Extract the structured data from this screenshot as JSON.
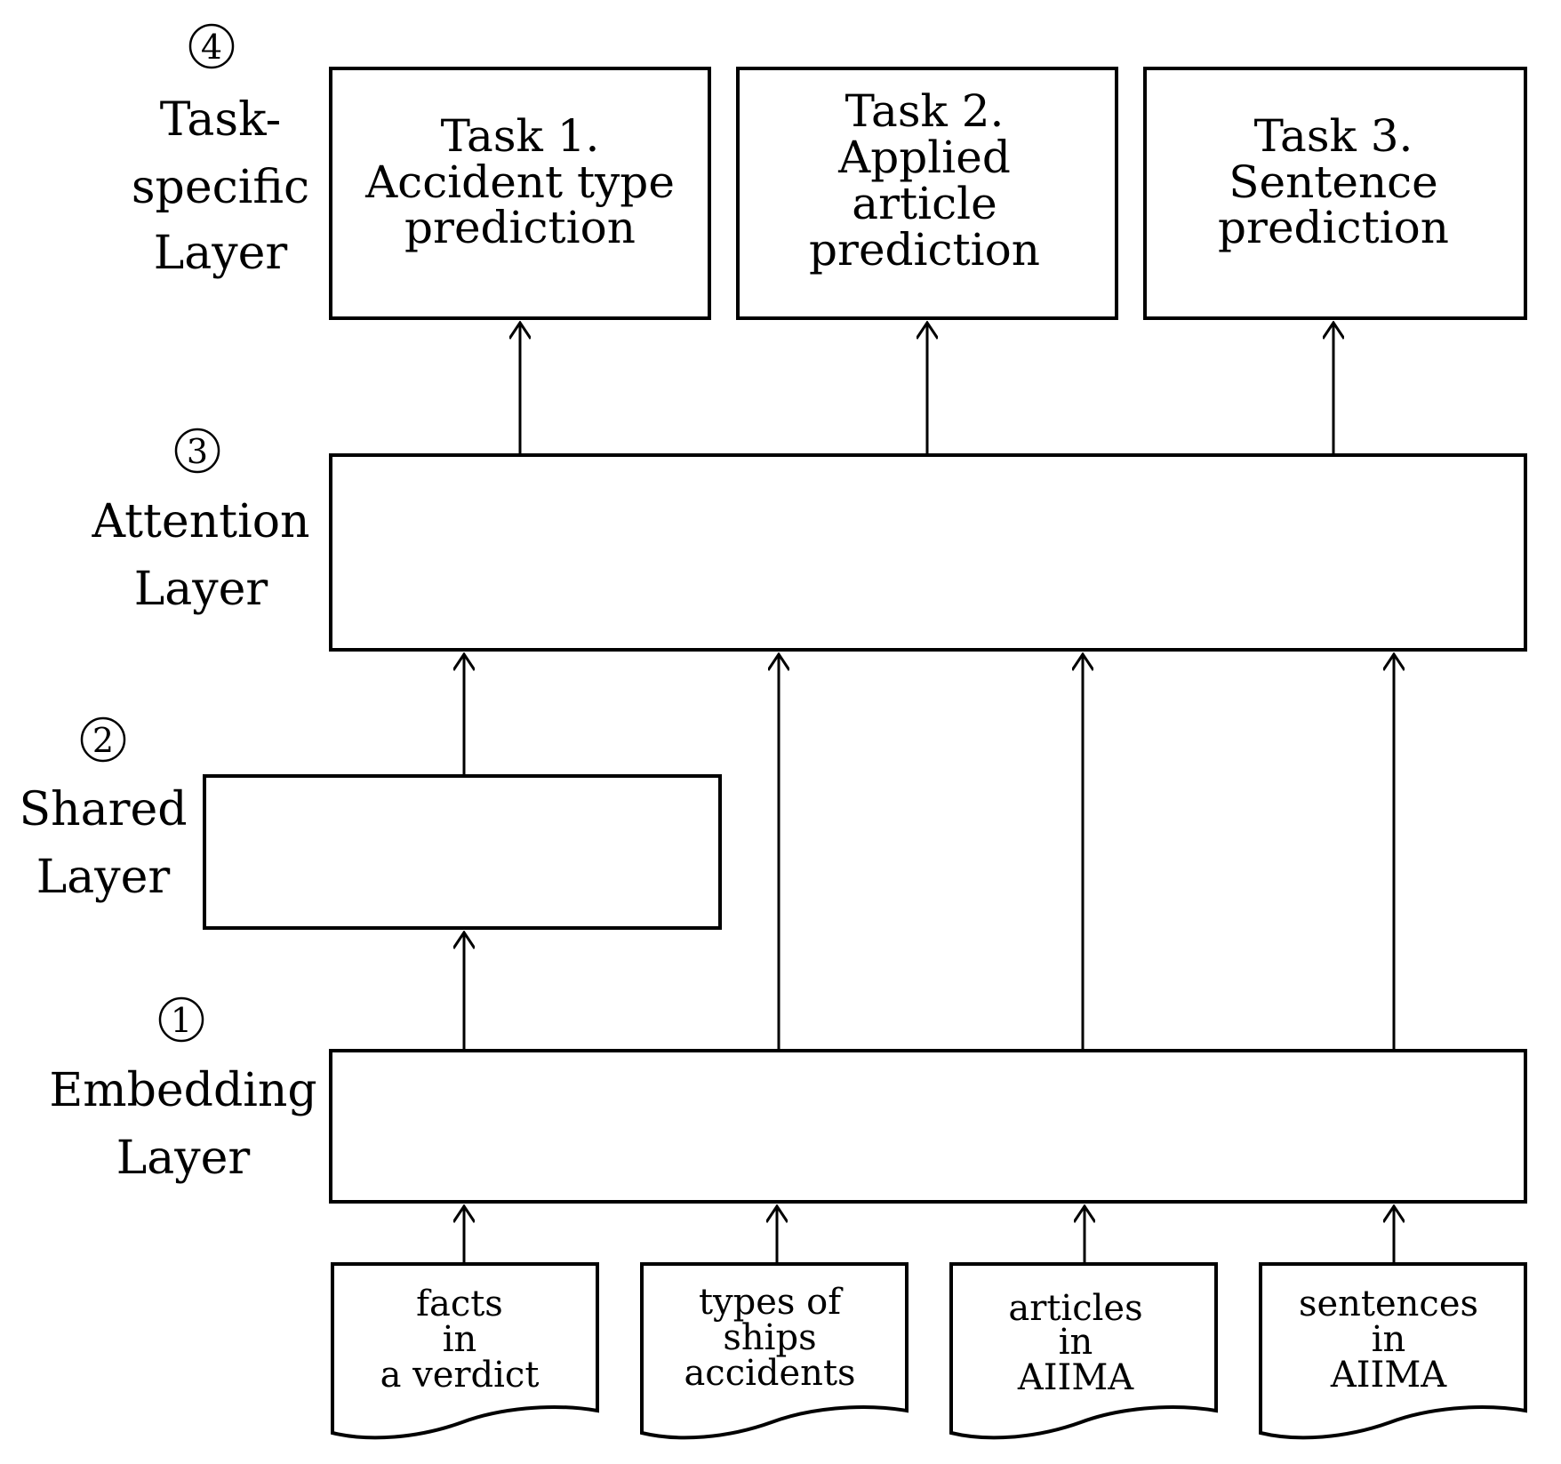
{
  "layers": {
    "task_specific": {
      "number": "4",
      "label_lines": [
        "Task-",
        "specific",
        "Layer"
      ]
    },
    "attention": {
      "number": "3",
      "label_lines": [
        "Attention",
        "Layer"
      ]
    },
    "shared": {
      "number": "2",
      "label_lines": [
        "Shared",
        "Layer"
      ]
    },
    "embedding": {
      "number": "1",
      "label_lines": [
        "Embedding",
        "Layer"
      ]
    }
  },
  "tasks": [
    {
      "lines": [
        "Task 1.",
        "Accident type",
        "prediction"
      ]
    },
    {
      "lines": [
        "Task 2.",
        "Applied",
        "article",
        "prediction"
      ]
    },
    {
      "lines": [
        "Task 3.",
        "Sentence",
        "prediction"
      ]
    }
  ],
  "inputs": [
    {
      "lines": [
        "facts",
        "in",
        "a verdict"
      ]
    },
    {
      "lines": [
        "types of",
        "ships",
        "accidents"
      ]
    },
    {
      "lines": [
        "articles",
        "in",
        "AIIMA"
      ]
    },
    {
      "lines": [
        "sentences",
        "in",
        "AIIMA"
      ]
    }
  ]
}
